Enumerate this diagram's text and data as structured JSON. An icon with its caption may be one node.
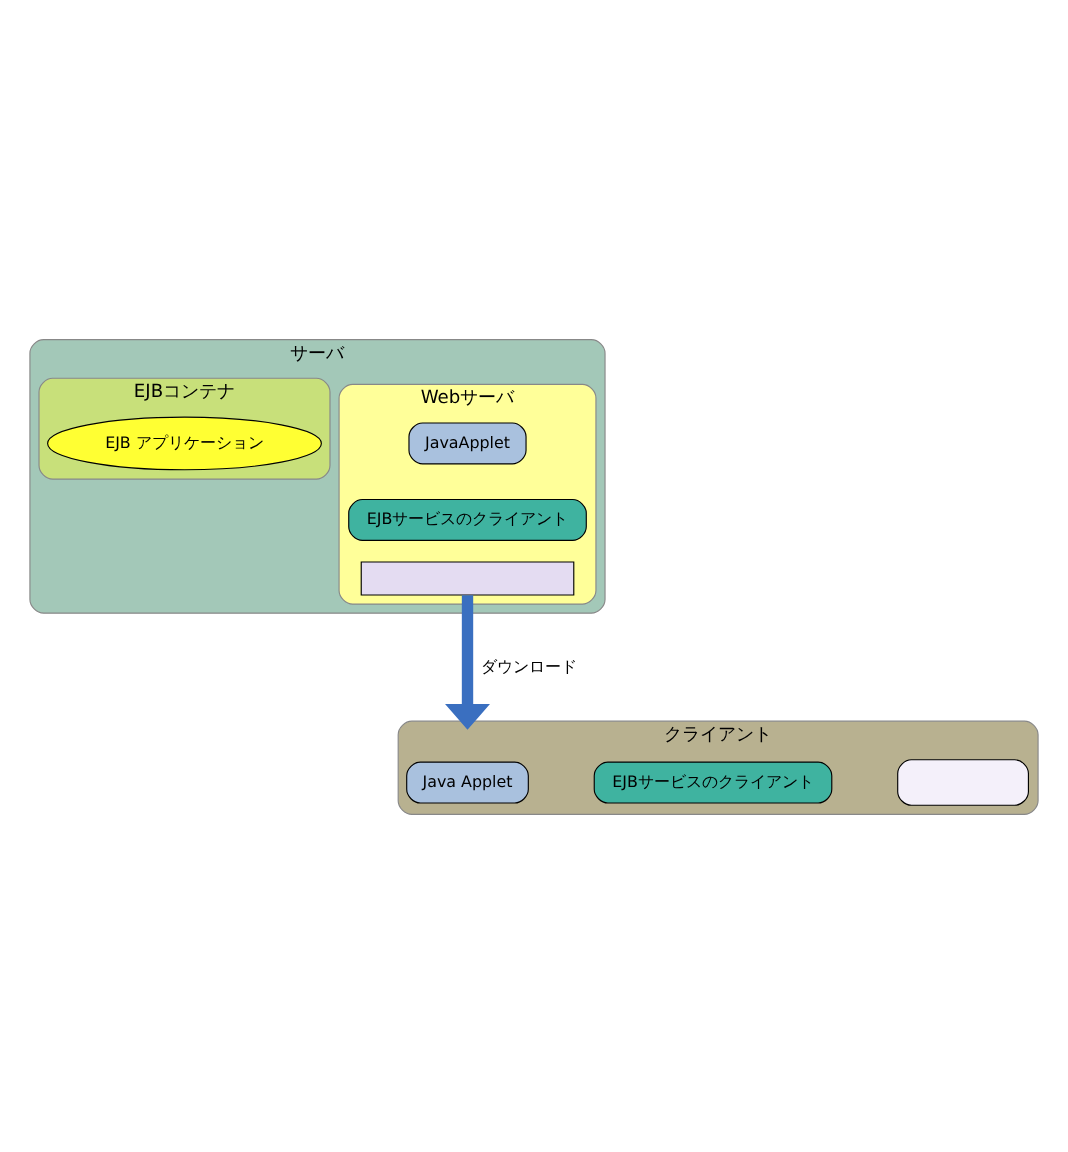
{
  "diagram": {
    "nodes": [
      {
        "text": [
          "サーバ"
        ]
      },
      {
        "text": [
          "Webサーバ"
        ],
        "in": 0
      },
      {
        "text": [
          "JavaApplet"
        ],
        "in": 1
      },
      {
        "text": [
          "EJBサービスのクライアント"
        ],
        "in": 1
      },
      {
        "text": [],
        "shape": "bar",
        "in": 1
      },
      {
        "text": [
          "EJBコンテナ"
        ],
        "in": 0
      },
      {
        "text": [
          "EJB アプリケーション"
        ],
        "in": 5
      },
      {
        "text": [
          "クライアント"
        ]
      },
      {
        "text": [
          "Java Applet"
        ],
        "in": 7
      },
      {
        "text": [
          "EJBサービスのクライアント"
        ],
        "in": 7
      },
      {
        "text": [],
        "shape": "box",
        "in": 7
      }
    ],
    "edges": [
      {
        "from": 4,
        "to": 7,
        "arrow": "to",
        "label": "ダウンロード",
        "color": "#3a6fc0"
      }
    ]
  }
}
